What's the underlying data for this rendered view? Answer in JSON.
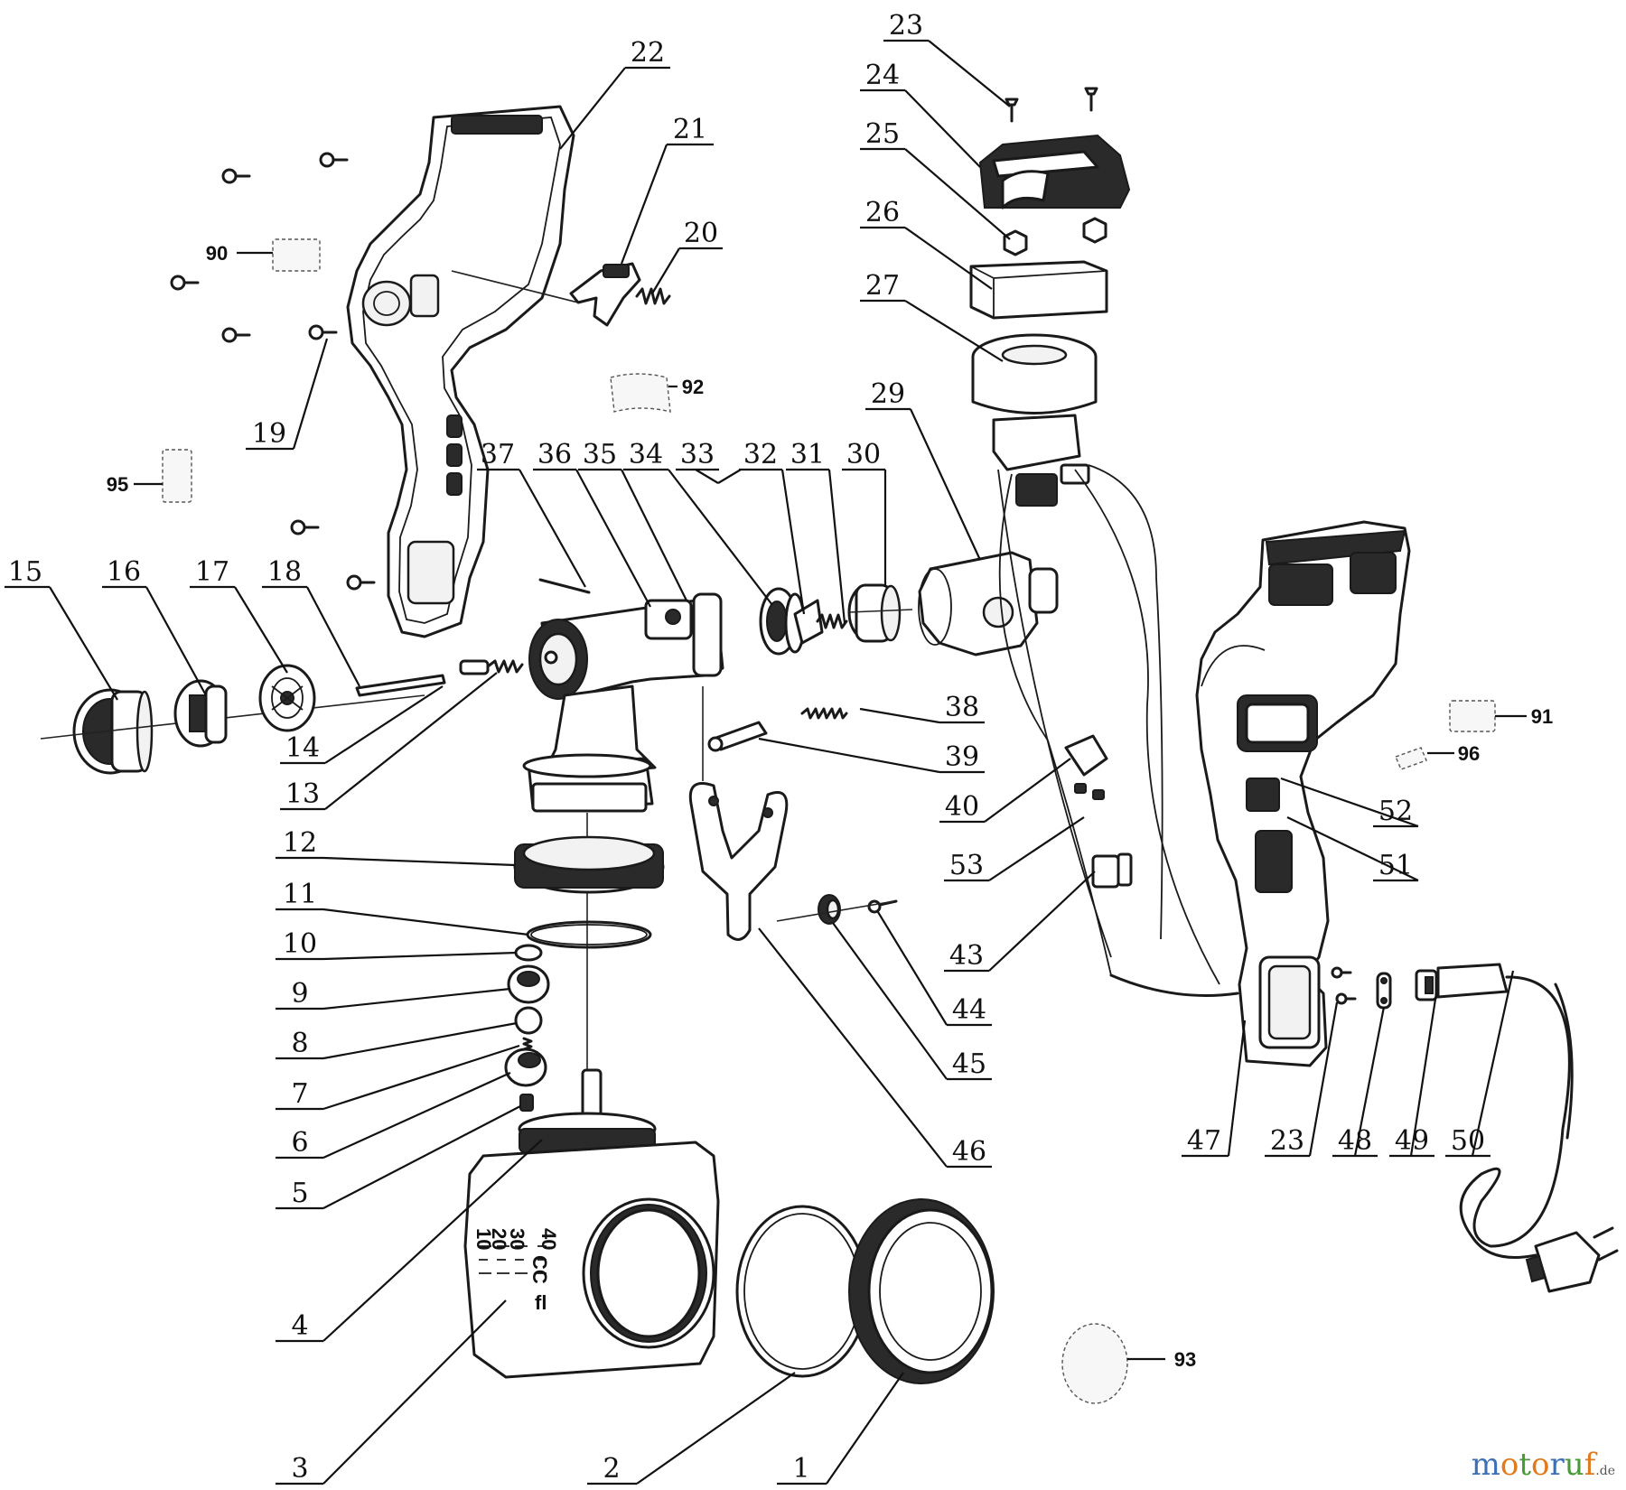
{
  "callouts": {
    "c1": "1",
    "c2": "2",
    "c3": "3",
    "c4": "4",
    "c5": "5",
    "c6": "6",
    "c7": "7",
    "c8": "8",
    "c9": "9",
    "c10": "10",
    "c11": "11",
    "c12": "12",
    "c13": "13",
    "c14": "14",
    "c15": "15",
    "c16": "16",
    "c17": "17",
    "c18": "18",
    "c19": "19",
    "c20": "20",
    "c21": "21",
    "c22": "22",
    "c23a": "23",
    "c23b": "23",
    "c24": "24",
    "c25": "25",
    "c26": "26",
    "c27": "27",
    "c29": "29",
    "c30": "30",
    "c31": "31",
    "c32": "32",
    "c33": "33",
    "c34": "34",
    "c35": "35",
    "c36": "36",
    "c37": "37",
    "c38": "38",
    "c39": "39",
    "c40": "40",
    "c43": "43",
    "c44": "44",
    "c45": "45",
    "c46": "46",
    "c47": "47",
    "c48": "48",
    "c49": "49",
    "c50": "50",
    "c51": "51",
    "c52": "52",
    "c53": "53",
    "c90": "90",
    "c91": "91",
    "c92": "92",
    "c93": "93",
    "c95": "95",
    "c96": "96"
  },
  "container_scale": {
    "top": "40",
    "row2": "CC",
    "row3": "30",
    "row4": "20",
    "row5": "10",
    "unit": "fl"
  },
  "watermark": {
    "m": "m",
    "o1": "o",
    "t": "t",
    "o2": "o",
    "r": "r",
    "u": "u",
    "f": "f",
    "domain": ".de"
  }
}
